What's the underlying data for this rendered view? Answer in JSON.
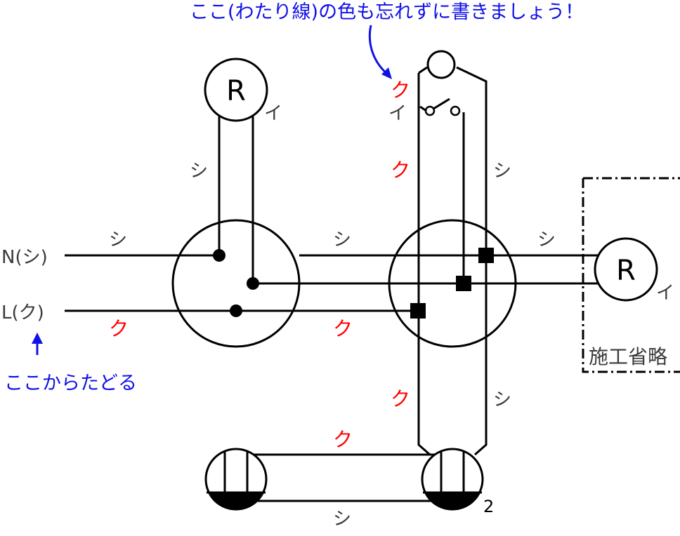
{
  "notes": {
    "top": "ここ(わたり線)の色も忘れずに書きましょう！",
    "left": "ここからたどる"
  },
  "sources": {
    "neutral": "N(シ)",
    "live": "L(ク)"
  },
  "devices": {
    "lamp": "R",
    "sw_mark": "イ",
    "switch": "イ",
    "omit_box": "施工省略",
    "outlet_count": "2"
  },
  "wires": {
    "shi": "シ",
    "ku": "ク"
  },
  "colors": {
    "line": "#000000",
    "label_gray": "#3a3a3a",
    "ku_red": "#ff0000",
    "note_blue": "#1010e8"
  }
}
